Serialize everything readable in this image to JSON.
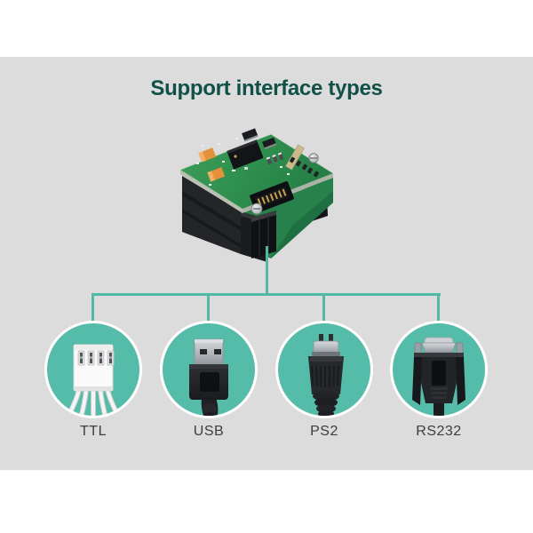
{
  "title": {
    "text": "Support interface types",
    "color": "#115047"
  },
  "background": {
    "page_color": "#ffffff",
    "band_color": "#dcdcdc"
  },
  "diagram": {
    "device": {
      "icon": "pcb-scan-engine-module",
      "description_colors": {
        "pcb_green": "#2f8f4e",
        "base_black": "#232427",
        "capacitor_orange": "#e3913a"
      }
    },
    "accent_color": "#51b8a6",
    "circle_fill": "#55bca9",
    "circle_border": "#ffffff",
    "label_color": "#3d3d3d",
    "interfaces": [
      {
        "label": "TTL",
        "icon": "ttl-4pin-cable-icon"
      },
      {
        "label": "USB",
        "icon": "usb-a-plug-icon"
      },
      {
        "label": "PS2",
        "icon": "ps2-mini-din-plug-icon"
      },
      {
        "label": "RS232",
        "icon": "rs232-db9-plug-icon"
      }
    ]
  }
}
